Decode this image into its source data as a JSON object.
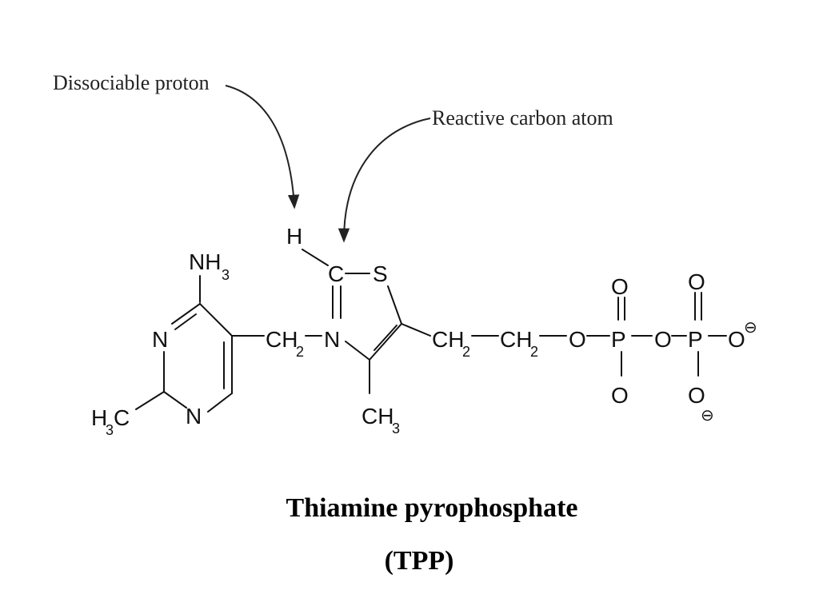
{
  "annotations": {
    "dissociable_proton": "Dissociable proton",
    "reactive_carbon": "Reactive carbon atom"
  },
  "atoms": {
    "h": "H",
    "c": "C",
    "s": "S",
    "n": "N",
    "nh": "NH",
    "three": "3",
    "two": "2",
    "h3": "H",
    "c3": "C",
    "ch": "CH",
    "ch3_c": "CH",
    "o": "O",
    "p": "P",
    "minus": "⊖"
  },
  "caption": {
    "name": "Thiamine pyrophosphate",
    "abbr": "(TPP)"
  }
}
